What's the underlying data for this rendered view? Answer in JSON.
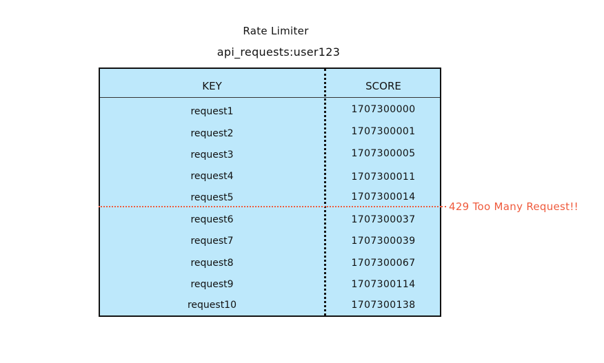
{
  "title": "Rate Limiter",
  "subtitle": "api_requests:user123",
  "table": {
    "headers": {
      "key": "KEY",
      "score": "SCORE"
    },
    "rows": [
      {
        "key": "request1",
        "score": "1707300000"
      },
      {
        "key": "request2",
        "score": "1707300001"
      },
      {
        "key": "request3",
        "score": "1707300005"
      },
      {
        "key": "request4",
        "score": "1707300011"
      },
      {
        "key": "request5",
        "score": "1707300014"
      },
      {
        "key": "request6",
        "score": "1707300037"
      },
      {
        "key": "request7",
        "score": "1707300039"
      },
      {
        "key": "request8",
        "score": "1707300067"
      },
      {
        "key": "request9",
        "score": "1707300114"
      },
      {
        "key": "request10",
        "score": "1707300138"
      }
    ]
  },
  "limit": {
    "label": "429 Too Many Request!!",
    "color": "#ef5a3c"
  },
  "colors": {
    "table_background": "#bde8fb",
    "border": "#111111"
  }
}
